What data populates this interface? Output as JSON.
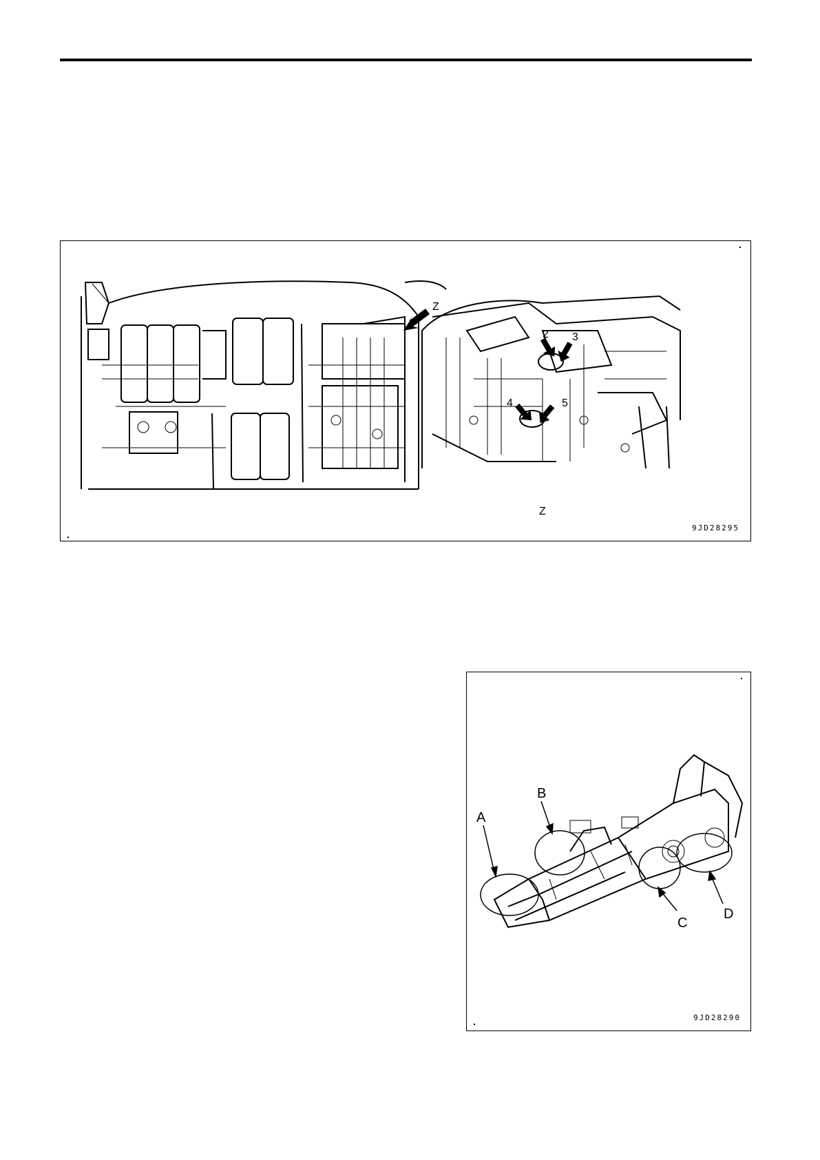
{
  "figure_top": {
    "code": "9JD28295",
    "view_label": "Z",
    "view_arrow_label": "Z",
    "callouts": [
      "2",
      "3",
      "4",
      "5"
    ]
  },
  "figure_bottom": {
    "code": "9JD28290",
    "callouts": [
      "A",
      "B",
      "C",
      "D"
    ]
  }
}
